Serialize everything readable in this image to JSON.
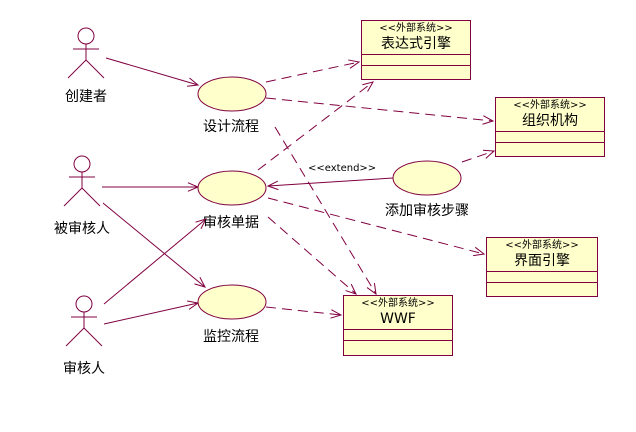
{
  "diagram": {
    "type": "uml-use-case",
    "colors": {
      "line": "#800040",
      "fill": "#ffffcc",
      "text": "#000000"
    },
    "actors": [
      {
        "id": "creator",
        "label": "创建者"
      },
      {
        "id": "reviewee",
        "label": "被审核人"
      },
      {
        "id": "reviewer",
        "label": "审核人"
      }
    ],
    "use_cases": [
      {
        "id": "design",
        "label": "设计流程"
      },
      {
        "id": "review",
        "label": "审核单据"
      },
      {
        "id": "monitor",
        "label": "监控流程"
      },
      {
        "id": "addstep",
        "label": "添加审核步骤"
      }
    ],
    "external_systems": [
      {
        "id": "expr",
        "stereotype": "<<外部系统>>",
        "label": "表达式引擎"
      },
      {
        "id": "org",
        "stereotype": "<<外部系统>>",
        "label": "组织机构"
      },
      {
        "id": "ui",
        "stereotype": "<<外部系统>>",
        "label": "界面引擎"
      },
      {
        "id": "wwf",
        "stereotype": "<<外部系统>>",
        "label": "WWF"
      }
    ],
    "extend_label": "<<extend>>",
    "relations": [
      {
        "from": "creator",
        "to": "design",
        "style": "solid"
      },
      {
        "from": "reviewee",
        "to": "review",
        "style": "solid"
      },
      {
        "from": "reviewee",
        "to": "monitor",
        "style": "solid"
      },
      {
        "from": "reviewer",
        "to": "review",
        "style": "solid"
      },
      {
        "from": "reviewer",
        "to": "monitor",
        "style": "solid"
      },
      {
        "from": "addstep",
        "to": "review",
        "style": "solid",
        "label": "<<extend>>"
      },
      {
        "from": "design",
        "to": "expr",
        "style": "dashed"
      },
      {
        "from": "design",
        "to": "org",
        "style": "dashed"
      },
      {
        "from": "design",
        "to": "wwf",
        "style": "dashed"
      },
      {
        "from": "review",
        "to": "expr",
        "style": "dashed"
      },
      {
        "from": "review",
        "to": "ui",
        "style": "dashed"
      },
      {
        "from": "review",
        "to": "wwf",
        "style": "dashed"
      },
      {
        "from": "addstep",
        "to": "org",
        "style": "dashed"
      },
      {
        "from": "monitor",
        "to": "wwf",
        "style": "dashed"
      }
    ]
  }
}
